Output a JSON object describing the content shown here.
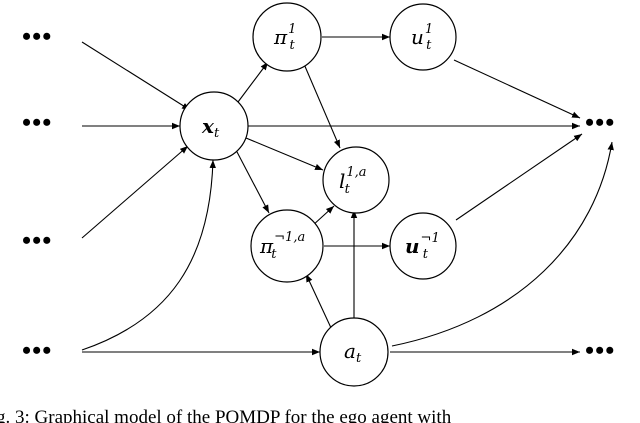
{
  "diagram": {
    "nodes": {
      "x": {
        "base": "x",
        "sub": "t",
        "sup": ""
      },
      "pi1": {
        "base": "π",
        "sub": "t",
        "sup": "1"
      },
      "u1": {
        "base": "u",
        "sub": "t",
        "sup": "1"
      },
      "l": {
        "base": "l",
        "sub": "t",
        "sup": "1,a"
      },
      "pin": {
        "base": "π",
        "sub": "t",
        "sup": "¬1,a"
      },
      "un": {
        "base": "u",
        "sub": "t",
        "sup": "¬1"
      },
      "a": {
        "base": "a",
        "sub": "t",
        "sup": ""
      }
    },
    "ellipsis": "•••"
  },
  "caption": "g. 3: Graphical model of the POMDP for the ego agent with"
}
